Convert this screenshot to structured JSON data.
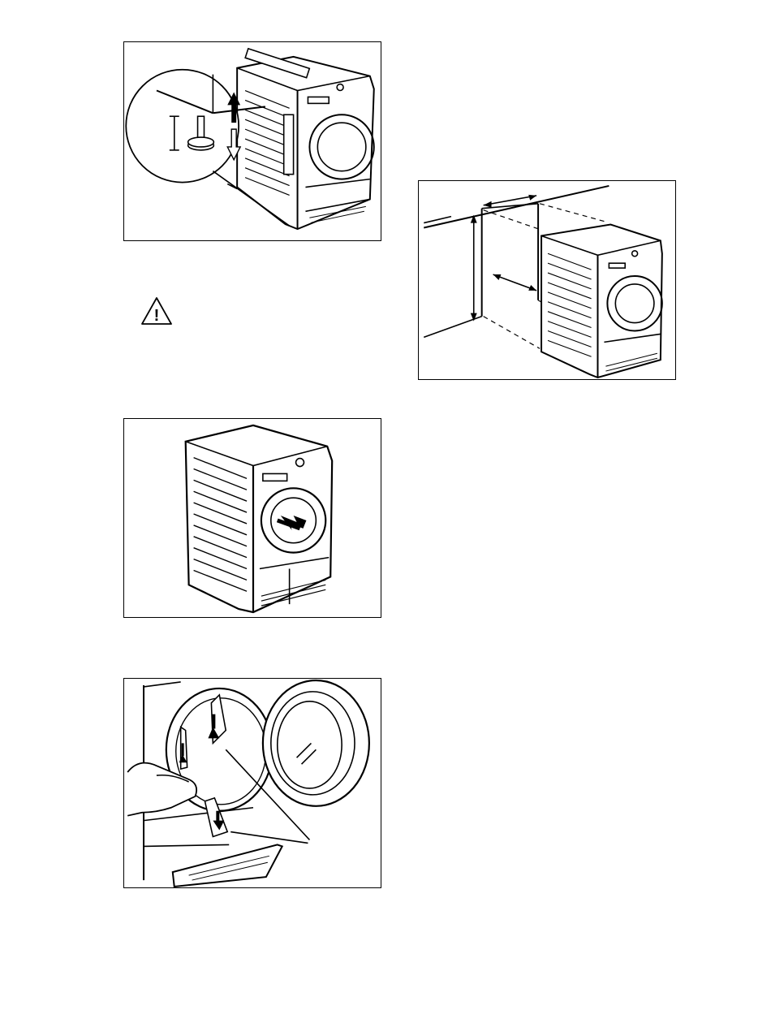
{
  "page": {
    "background": "#ffffff",
    "line_color": "#000000"
  },
  "figures": [
    {
      "id": "adjust-feet",
      "icon": "dryer-leveling-feet-illustration"
    },
    {
      "id": "built-under-counter",
      "icon": "dryer-under-worktop-illustration"
    },
    {
      "id": "open-door",
      "icon": "dryer-open-door-illustration"
    },
    {
      "id": "remove-packaging",
      "icon": "dryer-remove-packaging-illustration"
    }
  ],
  "warning": {
    "icon": "warning-triangle-icon",
    "symbol": "!"
  }
}
